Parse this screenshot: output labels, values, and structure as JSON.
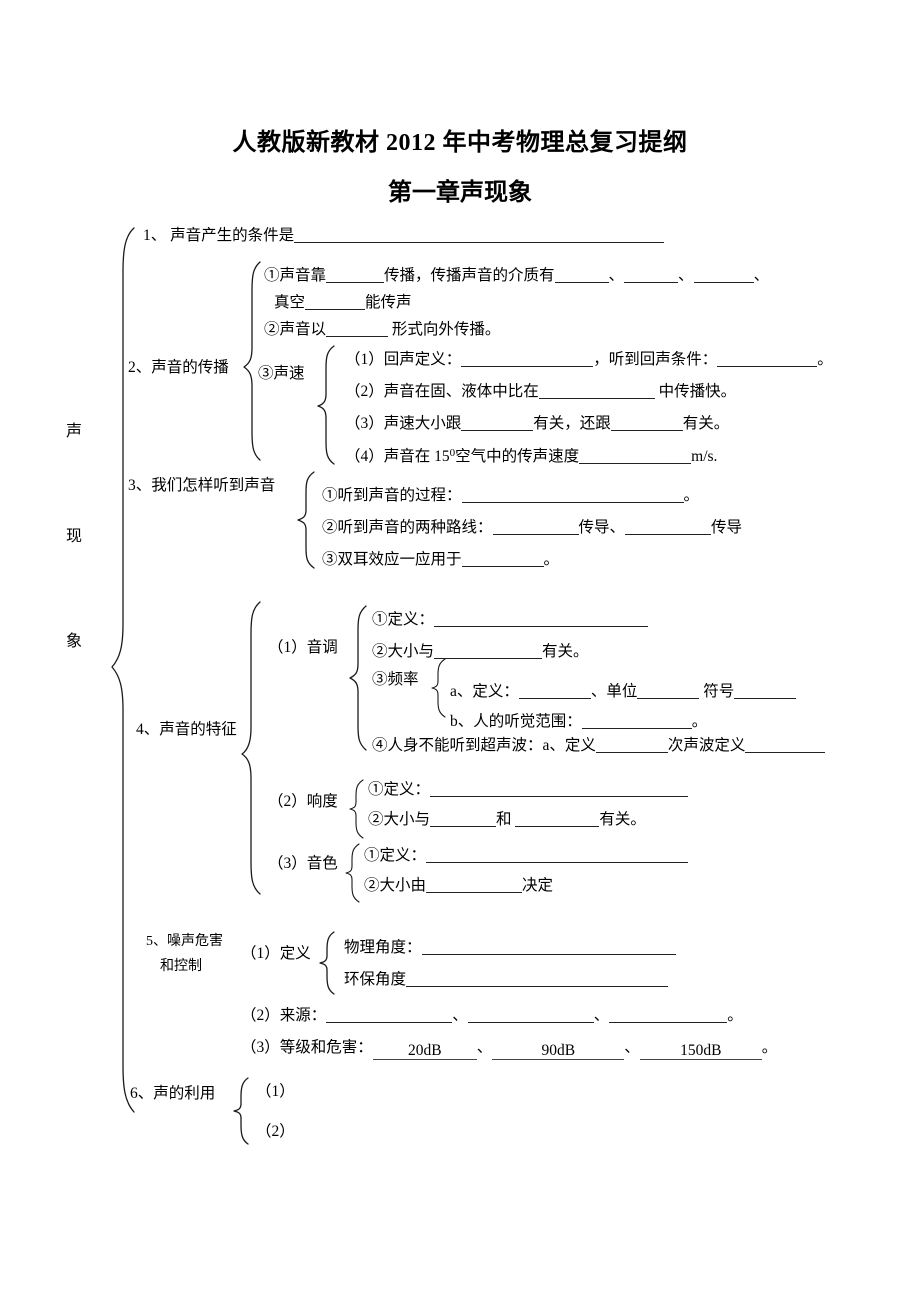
{
  "document": {
    "title_main": "人教版新教材 2012 年中考物理总复习提纲",
    "title_chapter": "第一章声现象",
    "outer_label_chars": [
      "声",
      "现",
      "象"
    ]
  },
  "sections": {
    "s1": {
      "label": "1、 声音产生的条件是"
    },
    "s2": {
      "label": "2、声音的传播",
      "item1_a": "①声音靠",
      "item1_b": "传播，传播声音的介质有",
      "item1_sep": "、",
      "item1_tail": "、",
      "item1_line2_a": "真空",
      "item1_line2_b": "能传声",
      "item2_a": "②声音以",
      "item2_b": " 形式向外传播。",
      "speed_label": "③声速",
      "speed_items": [
        {
          "a": "（1）回声定义：",
          "b": "，听到回声条件：",
          "c": "。"
        },
        {
          "a": "（2）声音在固、液体中比在",
          "b": " 中传播快。",
          "c": ""
        },
        {
          "a": "（3）声速大小跟",
          "b": "有关，还跟",
          "c": "有关。"
        },
        {
          "a": "（4）声音在 15",
          "sup": "0",
          "b": "空气中的传声速度",
          "c": "m/s."
        }
      ]
    },
    "s3": {
      "label": "3、我们怎样听到声音",
      "items": [
        {
          "a": "①听到声音的过程：",
          "b": "。"
        },
        {
          "a": "②听到声音的两种路线：",
          "b": "传导、",
          "c": "传导"
        },
        {
          "a": "③双耳效应一应用于",
          "b": "。"
        }
      ]
    },
    "s4": {
      "label": "4、声音的特征",
      "g1_label": "（1）音调",
      "g1_i1": "①定义：",
      "g1_i2_a": "②大小与",
      "g1_i2_b": "有关。",
      "g1_i3_label": "③频率",
      "g1_i3_a": "a、定义：",
      "g1_i3_b": "、单位",
      "g1_i3_c": " 符号",
      "g1_i4_a": "b、人的听觉范围：",
      "g1_i4_b": "。",
      "g1_i5_a": "④人身不能听到超声波：a、定义",
      "g1_i5_b": "次声波定义",
      "g2_label": "（2）响度",
      "g2_i1": "①定义：",
      "g2_i2_a": "②大小与",
      "g2_i2_b": "和 ",
      "g2_i2_c": "有关。",
      "g3_label": "（3）音色",
      "g3_i1": "①定义：",
      "g3_i2_a": "②大小由",
      "g3_i2_b": "决定"
    },
    "s5": {
      "label_line1": "5、噪声危害",
      "label_line2": "和控制",
      "def_label": "（1）定义",
      "def_i1": "物理角度：",
      "def_i2": "环保角度",
      "src_a": "（2）来源：",
      "src_sep": "、",
      "src_end": "。",
      "grade_a": "（3）等级和危害：",
      "grade_sep": "、",
      "grade_end": "。",
      "grade_values": [
        "20dB",
        "90dB",
        "150dB"
      ]
    },
    "s6": {
      "label": "6、声的利用",
      "items": [
        "（1）",
        "（2）"
      ]
    }
  }
}
